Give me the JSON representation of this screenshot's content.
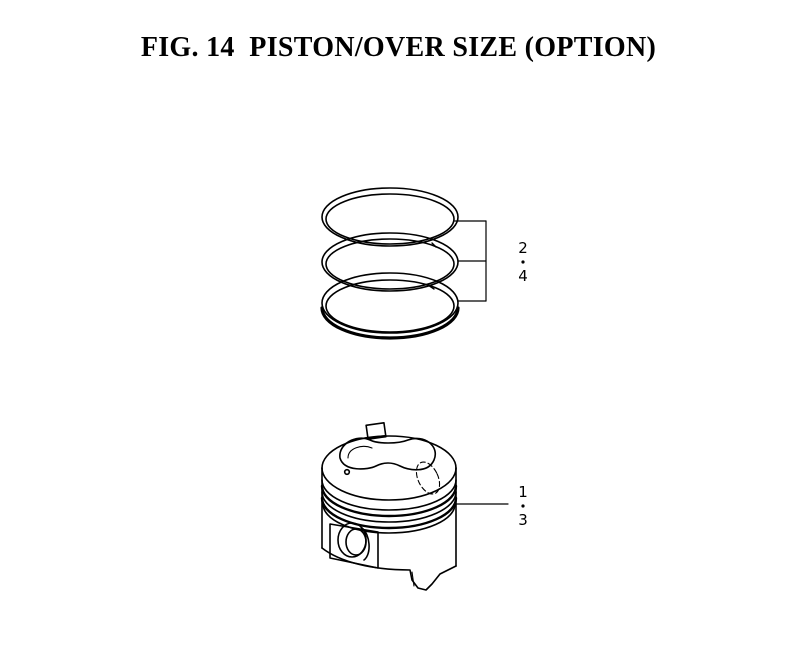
{
  "title": "FIG. 14  PISTON/OVER SIZE (OPTION)",
  "callouts": {
    "rings": {
      "top": "2",
      "bottom": "4"
    },
    "piston": {
      "top": "1",
      "bottom": "3"
    }
  }
}
